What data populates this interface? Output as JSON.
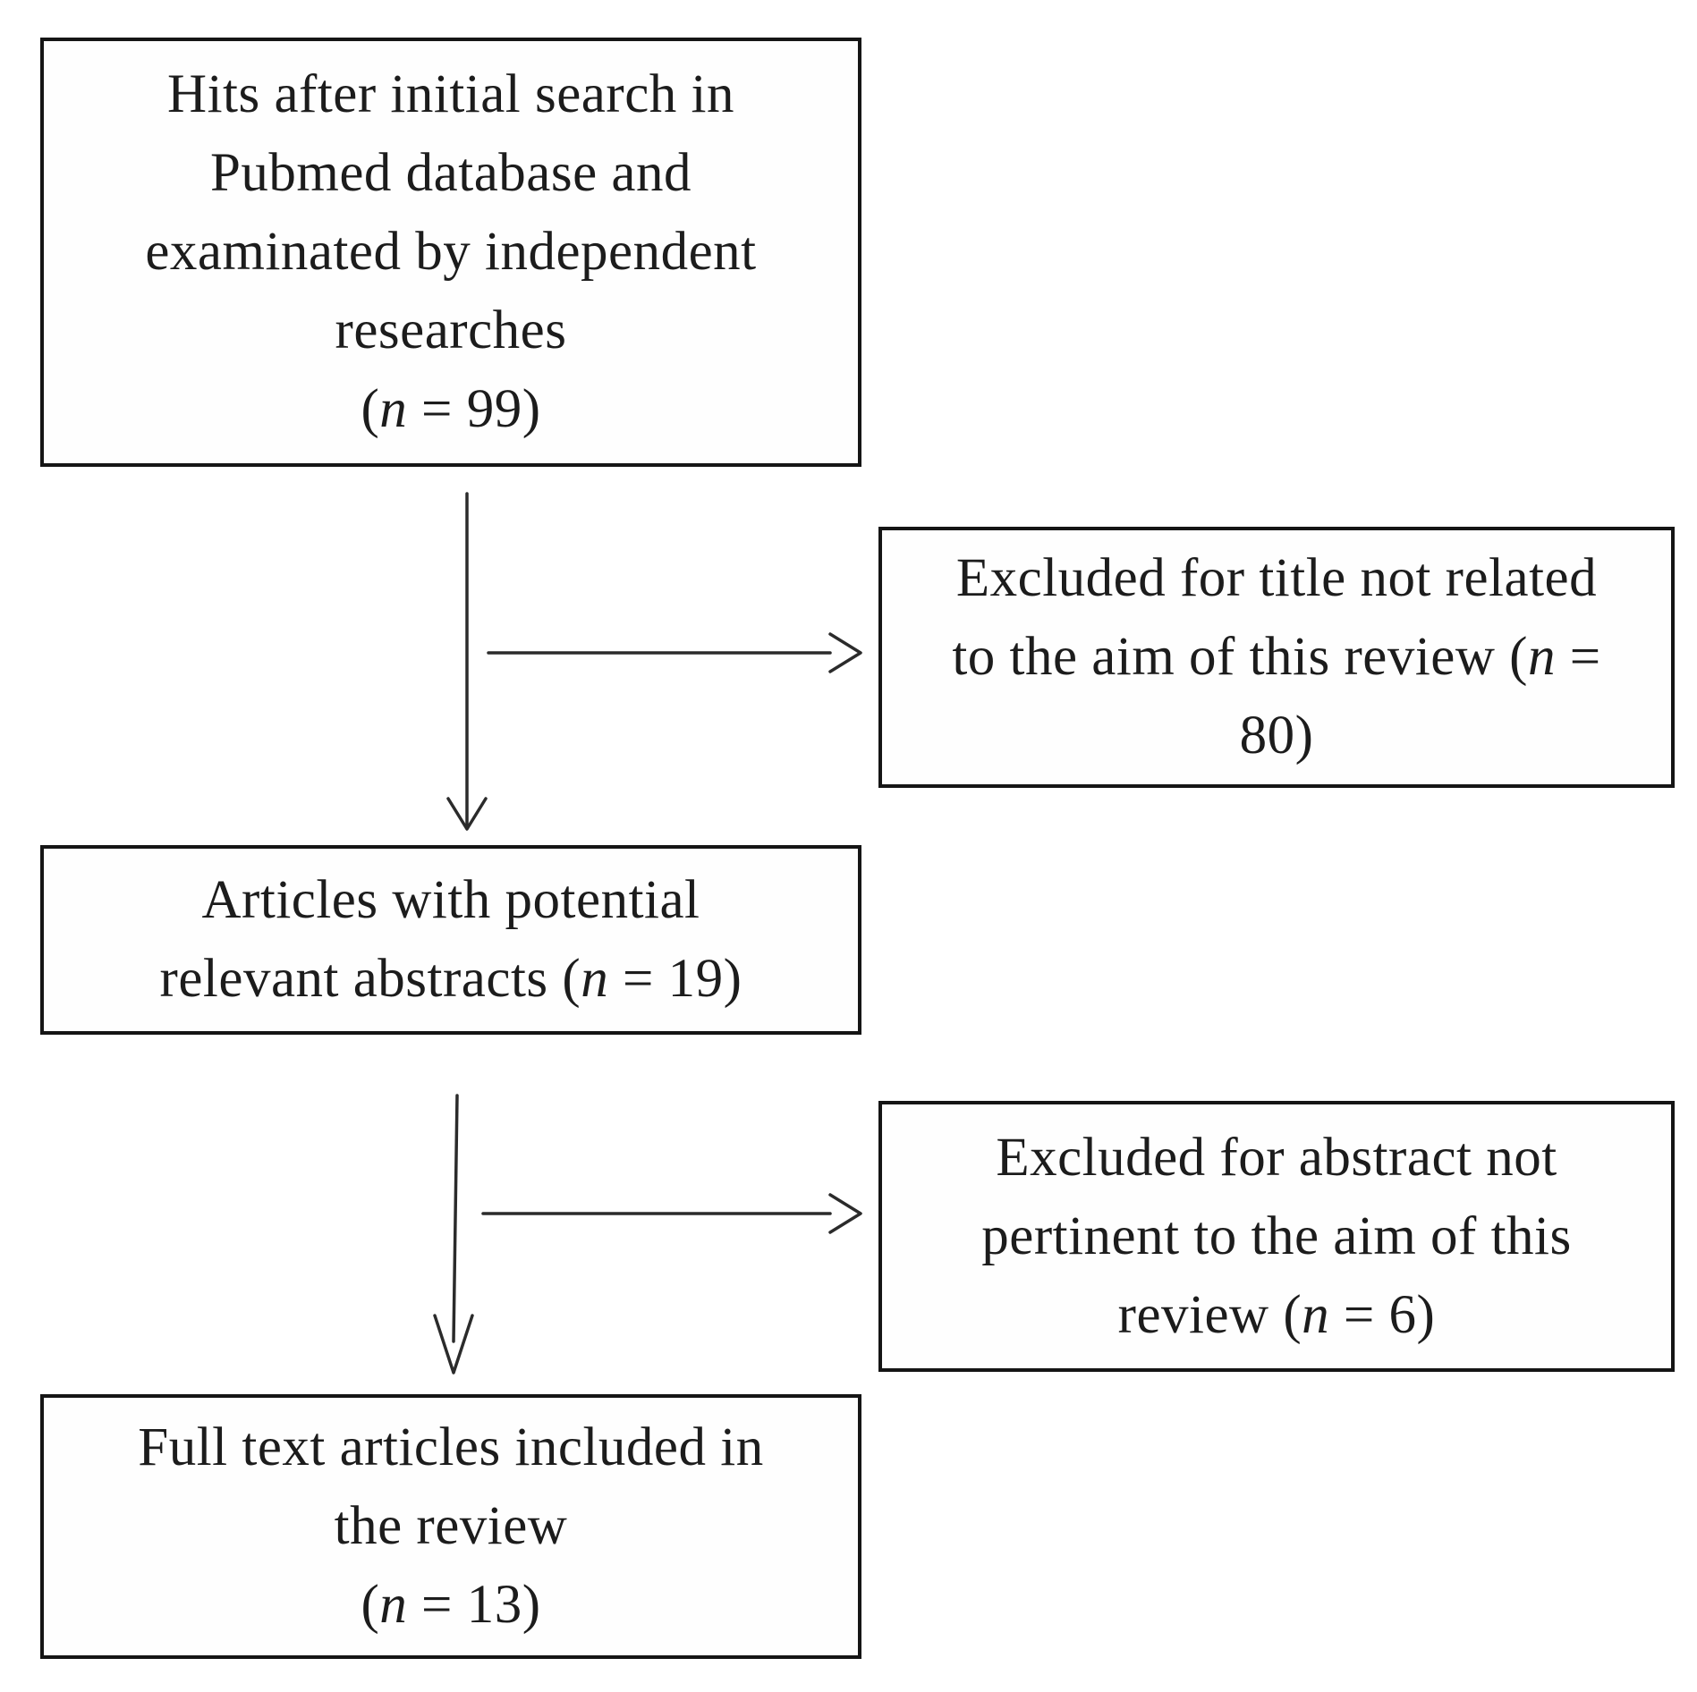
{
  "diagram": {
    "type": "flowchart",
    "colors": {
      "background": "#ffffff",
      "border": "#151515",
      "text": "#1c1c1c",
      "arrow": "#2b2b2b"
    },
    "boxes": [
      {
        "id": "initial-search",
        "n": 99,
        "lines": [
          [
            {
              "t": "Hits after initial search in"
            }
          ],
          [
            {
              "t": "Pubmed database and"
            }
          ],
          [
            {
              "t": "examinated by independent"
            }
          ],
          [
            {
              "t": "researches"
            }
          ],
          [
            {
              "t": "("
            },
            {
              "t": "n",
              "i": true
            },
            {
              "t": " = 99)"
            }
          ]
        ]
      },
      {
        "id": "excluded-title",
        "n": 80,
        "lines": [
          [
            {
              "t": "Excluded for title not related"
            }
          ],
          [
            {
              "t": "to the aim of this review ("
            },
            {
              "t": "n",
              "i": true
            },
            {
              "t": " ="
            }
          ],
          [
            {
              "t": "80)"
            }
          ]
        ]
      },
      {
        "id": "potential-abstracts",
        "n": 19,
        "lines": [
          [
            {
              "t": "Articles with potential"
            }
          ],
          [
            {
              "t": "relevant abstracts ("
            },
            {
              "t": "n",
              "i": true
            },
            {
              "t": " = 19)"
            }
          ]
        ]
      },
      {
        "id": "excluded-abstract",
        "n": 6,
        "lines": [
          [
            {
              "t": "Excluded for abstract not"
            }
          ],
          [
            {
              "t": "pertinent to the aim of this"
            }
          ],
          [
            {
              "t": "review ("
            },
            {
              "t": "n",
              "i": true
            },
            {
              "t": " = 6)"
            }
          ]
        ]
      },
      {
        "id": "included-fulltext",
        "n": 13,
        "lines": [
          [
            {
              "t": "Full text articles included in"
            }
          ],
          [
            {
              "t": "the review"
            }
          ],
          [
            {
              "t": "("
            },
            {
              "t": "n",
              "i": true
            },
            {
              "t": " = 13)"
            }
          ]
        ]
      }
    ]
  }
}
